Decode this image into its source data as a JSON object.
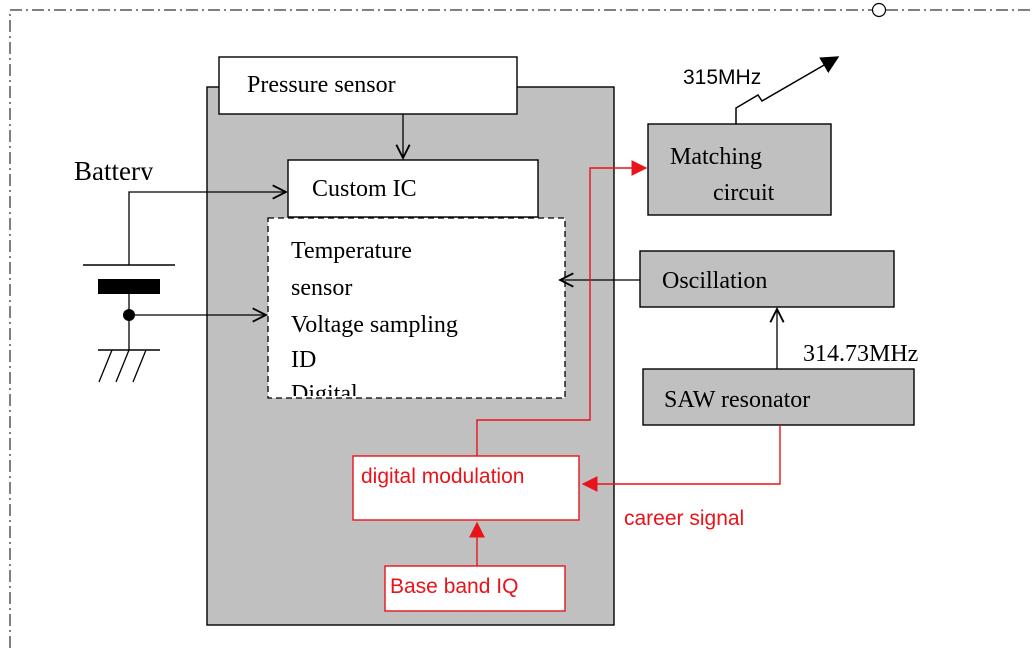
{
  "labels": {
    "pressure_sensor": "Pressure sensor",
    "custom_ic": "Custom IC",
    "battery": "Battery",
    "temperature_sensor_1": "Temperature",
    "temperature_sensor_2": "sensor",
    "voltage_sampling": "Voltage sampling",
    "id": "ID",
    "digital_clipped": "Digital",
    "digital_modulation": "digital modulation",
    "base_band_iq": "Base band IQ",
    "matching_circuit_1": "Matching",
    "matching_circuit_2": "circuit",
    "oscillation": "Oscillation",
    "saw_resonator": "SAW resonator",
    "freq_315": "315MHz",
    "freq_314": "314.73MHz",
    "career_signal": "career signal"
  },
  "colors": {
    "module_fill": "#c0c0c0",
    "signal_red": "#e8141a",
    "line_black": "#000000"
  }
}
